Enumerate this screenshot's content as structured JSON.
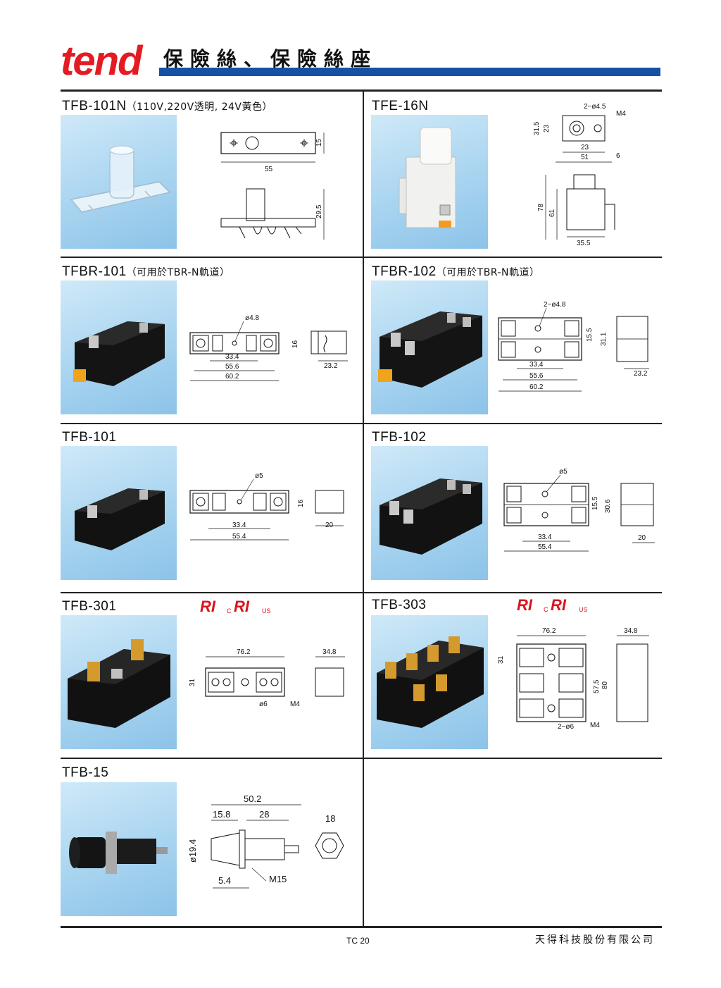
{
  "header": {
    "logo": "tend",
    "title": "保險絲、保險絲座"
  },
  "products": {
    "tfb101n": {
      "name": "TFB-101N",
      "note": "（110V,220V透明, 24V黃色）",
      "dims": [
        "55",
        "15",
        "29.5"
      ]
    },
    "tfe16n": {
      "name": "TFE-16N",
      "dims": [
        "2−ø4.5",
        "M4",
        "31.5",
        "23",
        "23",
        "51",
        "6",
        "78",
        "61",
        "35.5"
      ]
    },
    "tfbr101": {
      "name": "TFBR-101",
      "note": "（可用於TBR-N軌道）",
      "dims": [
        "ø4.8",
        "16",
        "33.4",
        "55.6",
        "60.2",
        "23.2"
      ]
    },
    "tfbr102": {
      "name": "TFBR-102",
      "note": "（可用於TBR-N軌道）",
      "dims": [
        "2−ø4.8",
        "15.5",
        "31.1",
        "33.4",
        "55.6",
        "60.2",
        "23.2"
      ]
    },
    "tfb101": {
      "name": "TFB-101",
      "dims": [
        "ø5",
        "16",
        "33.4",
        "55.4",
        "20"
      ]
    },
    "tfb102": {
      "name": "TFB-102",
      "dims": [
        "ø5",
        "15.5",
        "30.6",
        "33.4",
        "55.4",
        "20"
      ]
    },
    "tfb301": {
      "name": "TFB-301",
      "dims": [
        "76.2",
        "34.8",
        "31",
        "ø6",
        "M4"
      ],
      "cert": {
        "c": "C",
        "us": "US"
      }
    },
    "tfb303": {
      "name": "TFB-303",
      "dims": [
        "76.2",
        "34.8",
        "31",
        "57.5",
        "80",
        "2−ø6",
        "M4"
      ],
      "cert": {
        "c": "C",
        "us": "US"
      }
    },
    "tfb15": {
      "name": "TFB-15",
      "dims": [
        "50.2",
        "15.8",
        "28",
        "18",
        "ø19.4",
        "5.4",
        "M15"
      ]
    }
  },
  "footer": {
    "page": "TC 20",
    "company": "天得科技股份有限公司"
  },
  "colors": {
    "brand_red": "#e31b23",
    "brand_blue": "#1552a6",
    "ul_red": "#d9141e"
  }
}
